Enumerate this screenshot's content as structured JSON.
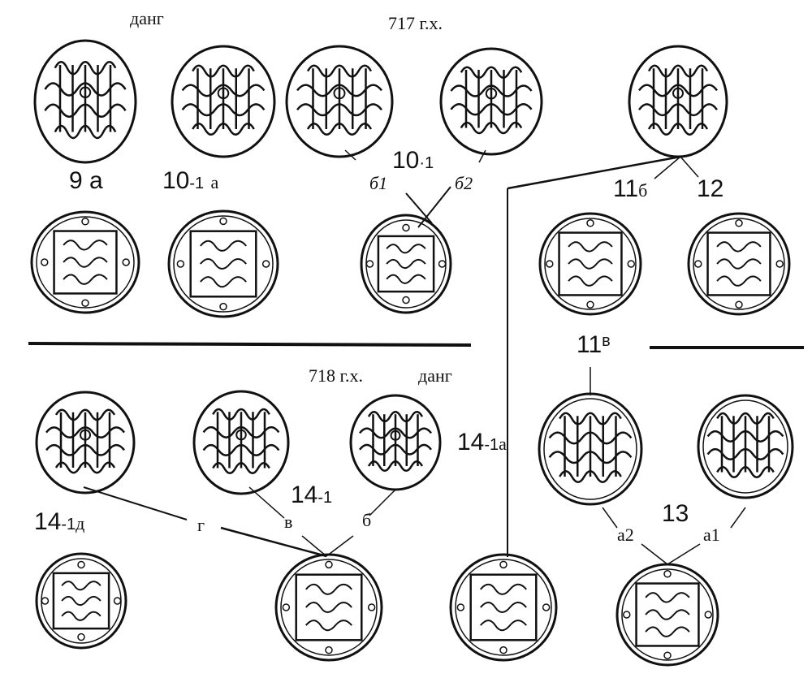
{
  "headers": {
    "dang_top": "данг",
    "year_717": "717 г.х.",
    "year_718": "718 г.х.",
    "dang_bottom": "данг"
  },
  "labels": {
    "l9a_num": "9",
    "l9a_suf": "а",
    "l10_1a_num": "10",
    "l10_1a_sub": "-1",
    "l10_1a_suf": "а",
    "l10_1_num": "10",
    "l10_1_sub": "·1",
    "b1": "б1",
    "b2": "б2",
    "l11b_num": "11",
    "l11b_suf": "б",
    "l12": "12",
    "l11v_num": "11",
    "l11v_suf": "в",
    "l14_1a_num": "14",
    "l14_1a_sub": "-1",
    "l14_1a_suf": "а",
    "l14_1_num": "14",
    "l14_1_sub": "-1",
    "l14_1d_num": "14",
    "l14_1d_sub": "-1",
    "l14_1d_suf": "д",
    "g": "г",
    "v": "в",
    "b": "б",
    "l13": "13",
    "a2": "а2",
    "a1": "а1"
  },
  "colors": {
    "ink": "#111111",
    "paper": "#ffffff"
  }
}
